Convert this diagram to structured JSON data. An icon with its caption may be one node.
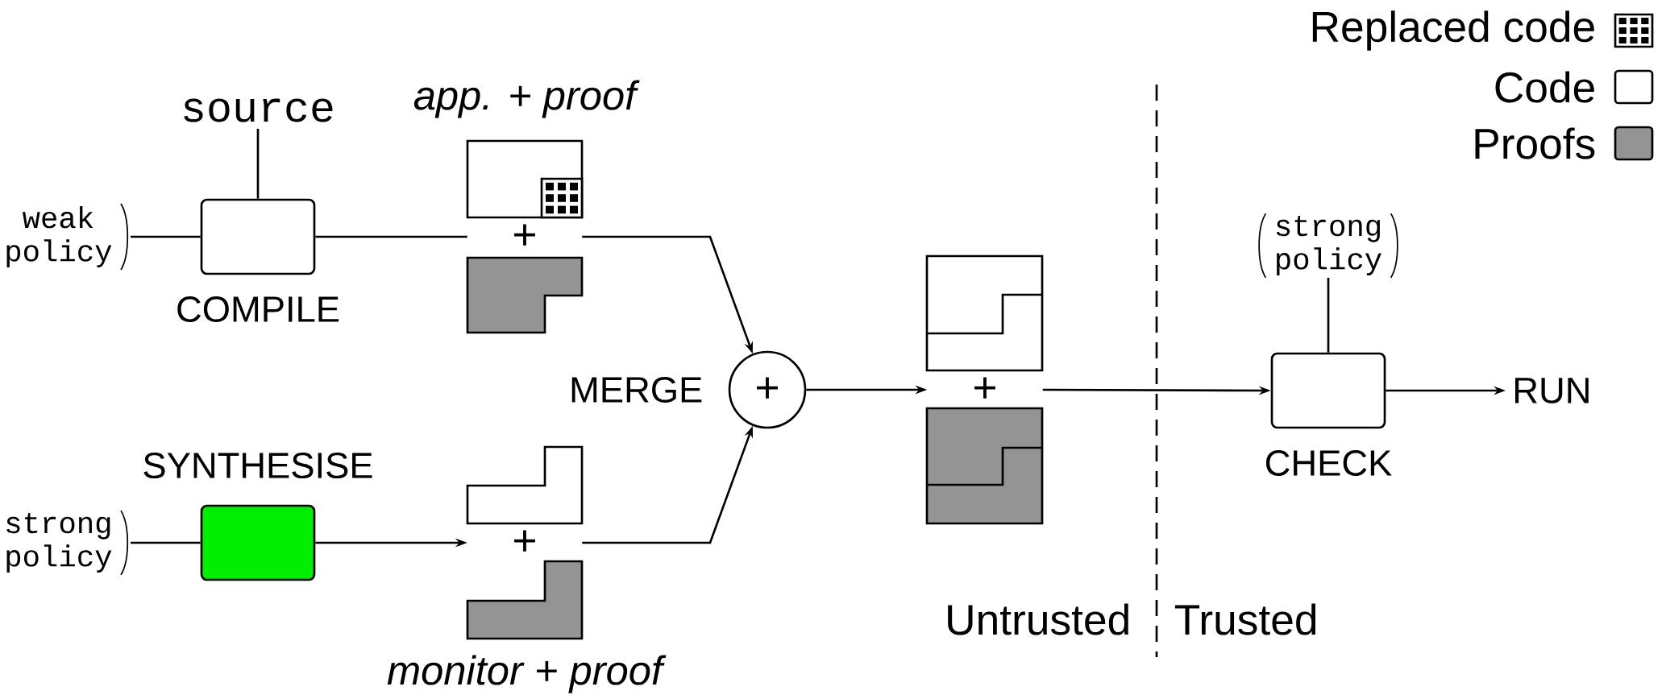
{
  "diagram": {
    "nodes": [
      {
        "text": [
          "weak policy"
        ]
      },
      {
        "text": [
          "source"
        ]
      },
      {
        "text": [
          "COMPILE"
        ]
      },
      {
        "text": [
          "app. + proof",
          "+"
        ]
      },
      {
        "text": [
          "strong policy"
        ]
      },
      {
        "text": [
          "SYNTHESISE"
        ]
      },
      {
        "text": [
          "+",
          "monitor + proof"
        ]
      },
      {
        "text": [
          "MERGE",
          "+"
        ]
      },
      {
        "text": [
          "+"
        ]
      },
      {
        "text": [
          "strong policy"
        ]
      },
      {
        "text": [
          "CHECK"
        ]
      },
      {
        "text": [
          "RUN"
        ]
      }
    ],
    "edges": [
      {
        "from": 0,
        "to": 2,
        "arrow": "none"
      },
      {
        "from": 1,
        "to": 2,
        "arrow": "none"
      },
      {
        "from": 2,
        "to": 3,
        "arrow": "none"
      },
      {
        "from": 3,
        "to": 7,
        "arrow": "to"
      },
      {
        "from": 4,
        "to": 5,
        "arrow": "none"
      },
      {
        "from": 5,
        "to": 6,
        "arrow": "to"
      },
      {
        "from": 6,
        "to": 7,
        "arrow": "to"
      },
      {
        "from": 7,
        "to": 8,
        "arrow": "to"
      },
      {
        "from": 8,
        "to": 10,
        "arrow": "to"
      },
      {
        "from": 9,
        "to": 10,
        "arrow": "none"
      },
      {
        "from": 10,
        "to": 11,
        "arrow": "to"
      }
    ],
    "labels": [
      "Untrusted",
      "Trusted"
    ],
    "legend": [
      {
        "text": "Replaced code"
      },
      {
        "text": "Code"
      },
      {
        "text": "Proofs",
        "color": "#949494"
      }
    ]
  }
}
